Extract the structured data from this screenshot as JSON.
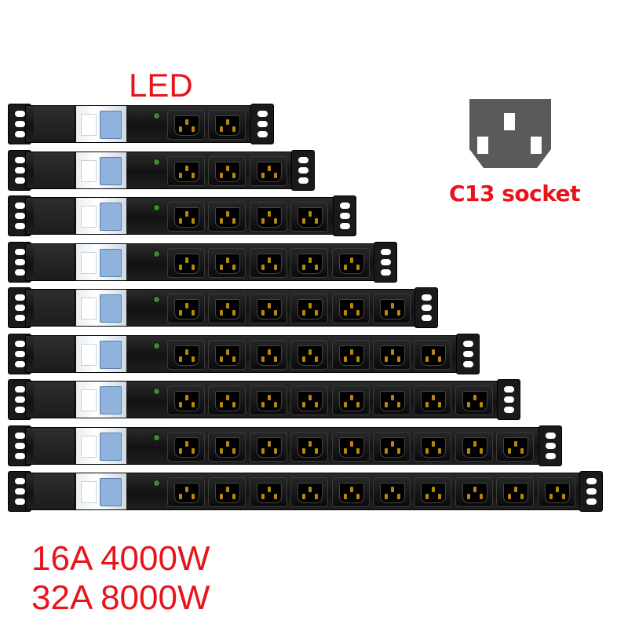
{
  "labels": {
    "led": "LED",
    "c13": "C13 socket",
    "spec_line1": "16A 4000W",
    "spec_line2": "32A 8000W"
  },
  "icons": {
    "socket_icon": "c13-socket-icon"
  },
  "colors": {
    "label_red": "#e8141c",
    "pdu_black": "#1a1a1a",
    "breaker_blue": "#8fb3dd",
    "socket_pin_gold": "#b8860b"
  },
  "pdus": [
    {
      "outlets": 2
    },
    {
      "outlets": 3
    },
    {
      "outlets": 4
    },
    {
      "outlets": 5
    },
    {
      "outlets": 6
    },
    {
      "outlets": 7
    },
    {
      "outlets": 8
    },
    {
      "outlets": 9
    },
    {
      "outlets": 10
    }
  ]
}
